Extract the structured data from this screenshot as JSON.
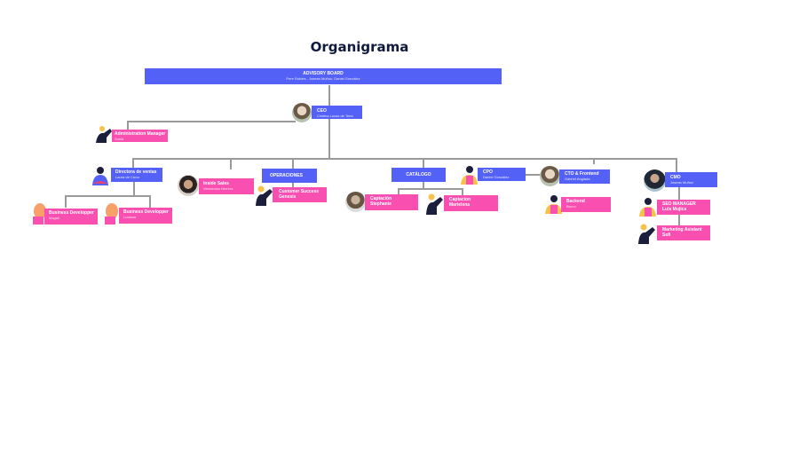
{
  "title": "Organigrama",
  "colors": {
    "blue": "#5461f6",
    "pink": "#f94fb0",
    "connector": "#9a9a9a",
    "title": "#0f1a3c"
  },
  "nodes": {
    "advisory": {
      "title": "ADVISORY BOARD",
      "subtitle": "Pere Rubíes , Josean Muñoz, Daniel González"
    },
    "ceo": {
      "title": "CEO",
      "subtitle": "Cristina Lucas de Tena",
      "icon": "photo-avatar"
    },
    "admin": {
      "title": "Administration Manager",
      "subtitle": "Suela",
      "icon": "person-illustration"
    },
    "ventas": {
      "title": "Directora de ventas",
      "subtitle": "Laura de Cicco",
      "icon": "person-illustration"
    },
    "bizdev1": {
      "title": "Business Developper",
      "subtitle": "Magali",
      "icon": "person-illustration"
    },
    "bizdev2": {
      "title": "Business Developper",
      "subtitle": "Luciana",
      "icon": "person-illustration"
    },
    "inside": {
      "title": "Inside Sales",
      "subtitle": "Verushcka Herrera",
      "icon": "photo-avatar"
    },
    "operaciones": {
      "title": "OPERACIONES"
    },
    "customer": {
      "title": "Customer Success",
      "subtitle": "Genesis",
      "icon": "person-illustration"
    },
    "catalogo": {
      "title": "CATÁLOGO"
    },
    "captacion1": {
      "title": "Captación",
      "subtitle": "Stephanie",
      "icon": "photo-avatar"
    },
    "captacion2": {
      "title": "Captacion",
      "subtitle": "Marielena",
      "icon": "person-illustration"
    },
    "cpo": {
      "title": "CPO",
      "subtitle": "Daniel González",
      "icon": "person-illustration"
    },
    "cto": {
      "title": "CTO & Frontend",
      "subtitle": "Gabriel Anglada",
      "icon": "photo-avatar"
    },
    "backend": {
      "title": "Backend",
      "subtitle": "Bruno",
      "icon": "person-illustration"
    },
    "cmo": {
      "title": "CMO",
      "subtitle": "Josean Muñoz",
      "icon": "photo-avatar"
    },
    "seo": {
      "title": "SEO MANAGER",
      "subtitle": "Luis Mujica",
      "icon": "person-illustration"
    },
    "marketing": {
      "title": "Marketing Asistant",
      "subtitle": "Sofi",
      "icon": "person-illustration"
    }
  }
}
